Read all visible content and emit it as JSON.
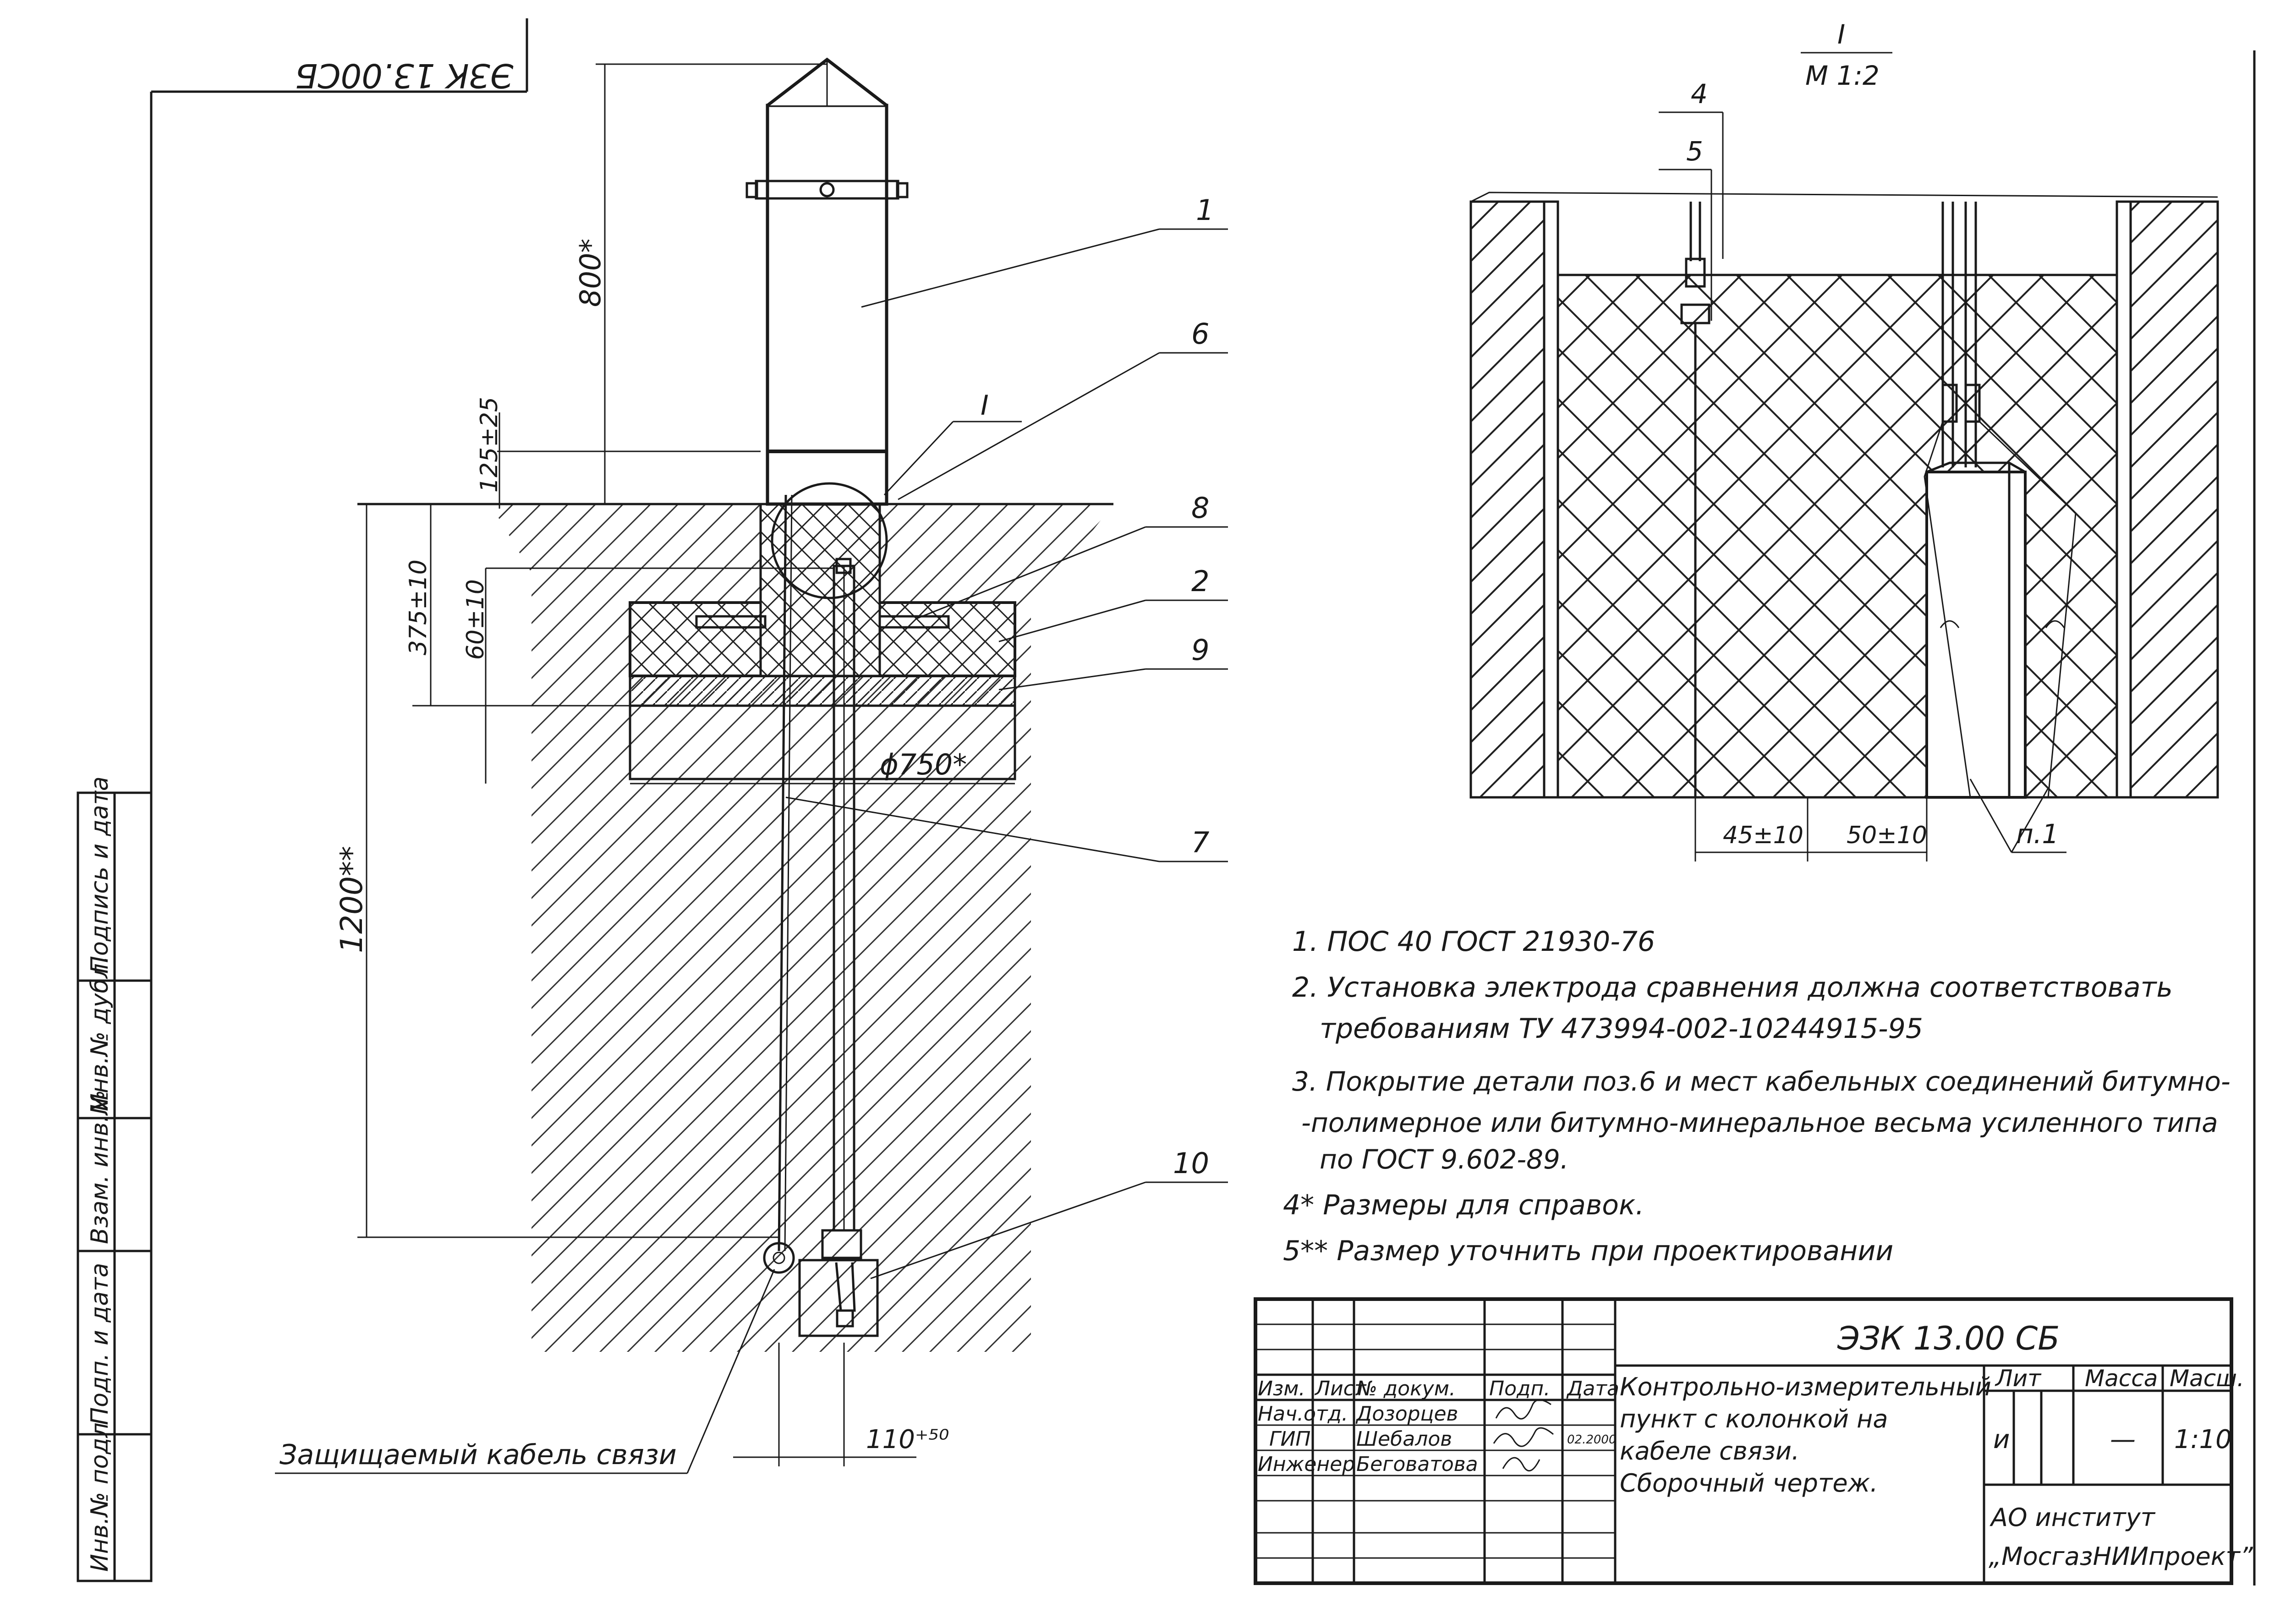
{
  "stamp_code_rotated": "ЭЗК 13.00СБ",
  "detail_marker": "I",
  "detail_scale": "М 1:2",
  "main_view": {
    "callouts": [
      "1",
      "6",
      "8",
      "2",
      "9",
      "7",
      "10"
    ],
    "dims": {
      "d800": "800*",
      "d125": "125±25",
      "d375": "375±10",
      "d60": "60±10",
      "d1200": "1200**",
      "d750": "ϕ750*",
      "d110": "110⁺⁵⁰"
    },
    "cable_label": "Защищаемый кабель связи"
  },
  "detail_view": {
    "callouts": [
      "4",
      "5",
      "п.1"
    ],
    "dims": {
      "d45": "45±10",
      "d50": "50±10"
    }
  },
  "notes": [
    "1. ПОС 40   ГОСТ 21930-76",
    "2. Установка   электрода   сравнения    должна соответствовать",
    "требованиям  ТУ 473994-002-10244915-95",
    "3. Покрытие  детали  поз.6 и  мест кабельных  соединений  битумно-",
    "-полимерное  или  битумно-минеральное  весьма  усиленного типа",
    "по  ГОСТ  9.602-89.",
    "4* Размеры  для  справок.",
    "5** Размер  уточнить  при  проектировании"
  ],
  "left_margin_labels": [
    "Инв.№ подл",
    "Подп. и дата",
    "Взам. инв.№",
    "Инв.№ дубл.",
    "Подпись и дата"
  ],
  "title_block": {
    "code": "ЭЗК 13.00 СБ",
    "headers": [
      "Изм.",
      "Лист",
      "№ докум.",
      "Подп.",
      "Дата"
    ],
    "rows": [
      {
        "role": "Нач.отд.",
        "name": "Дозорцев"
      },
      {
        "role": "ГИП",
        "name": "Шебалов"
      },
      {
        "role": "Инженер",
        "name": "Беговатова"
      }
    ],
    "date_value": "02.2000",
    "description": [
      "Контрольно-измерительный",
      "пункт с колонкой на",
      "кабеле  связи.",
      "Сборочный  чертеж."
    ],
    "lit_header": "Лит",
    "mass_header": "Масса",
    "scale_header": "Масш.",
    "lit_value": "и",
    "mass_value": "—",
    "scale_value": "1:10",
    "org": [
      "АО  институт",
      "„МосгазНИИпроект”"
    ]
  }
}
